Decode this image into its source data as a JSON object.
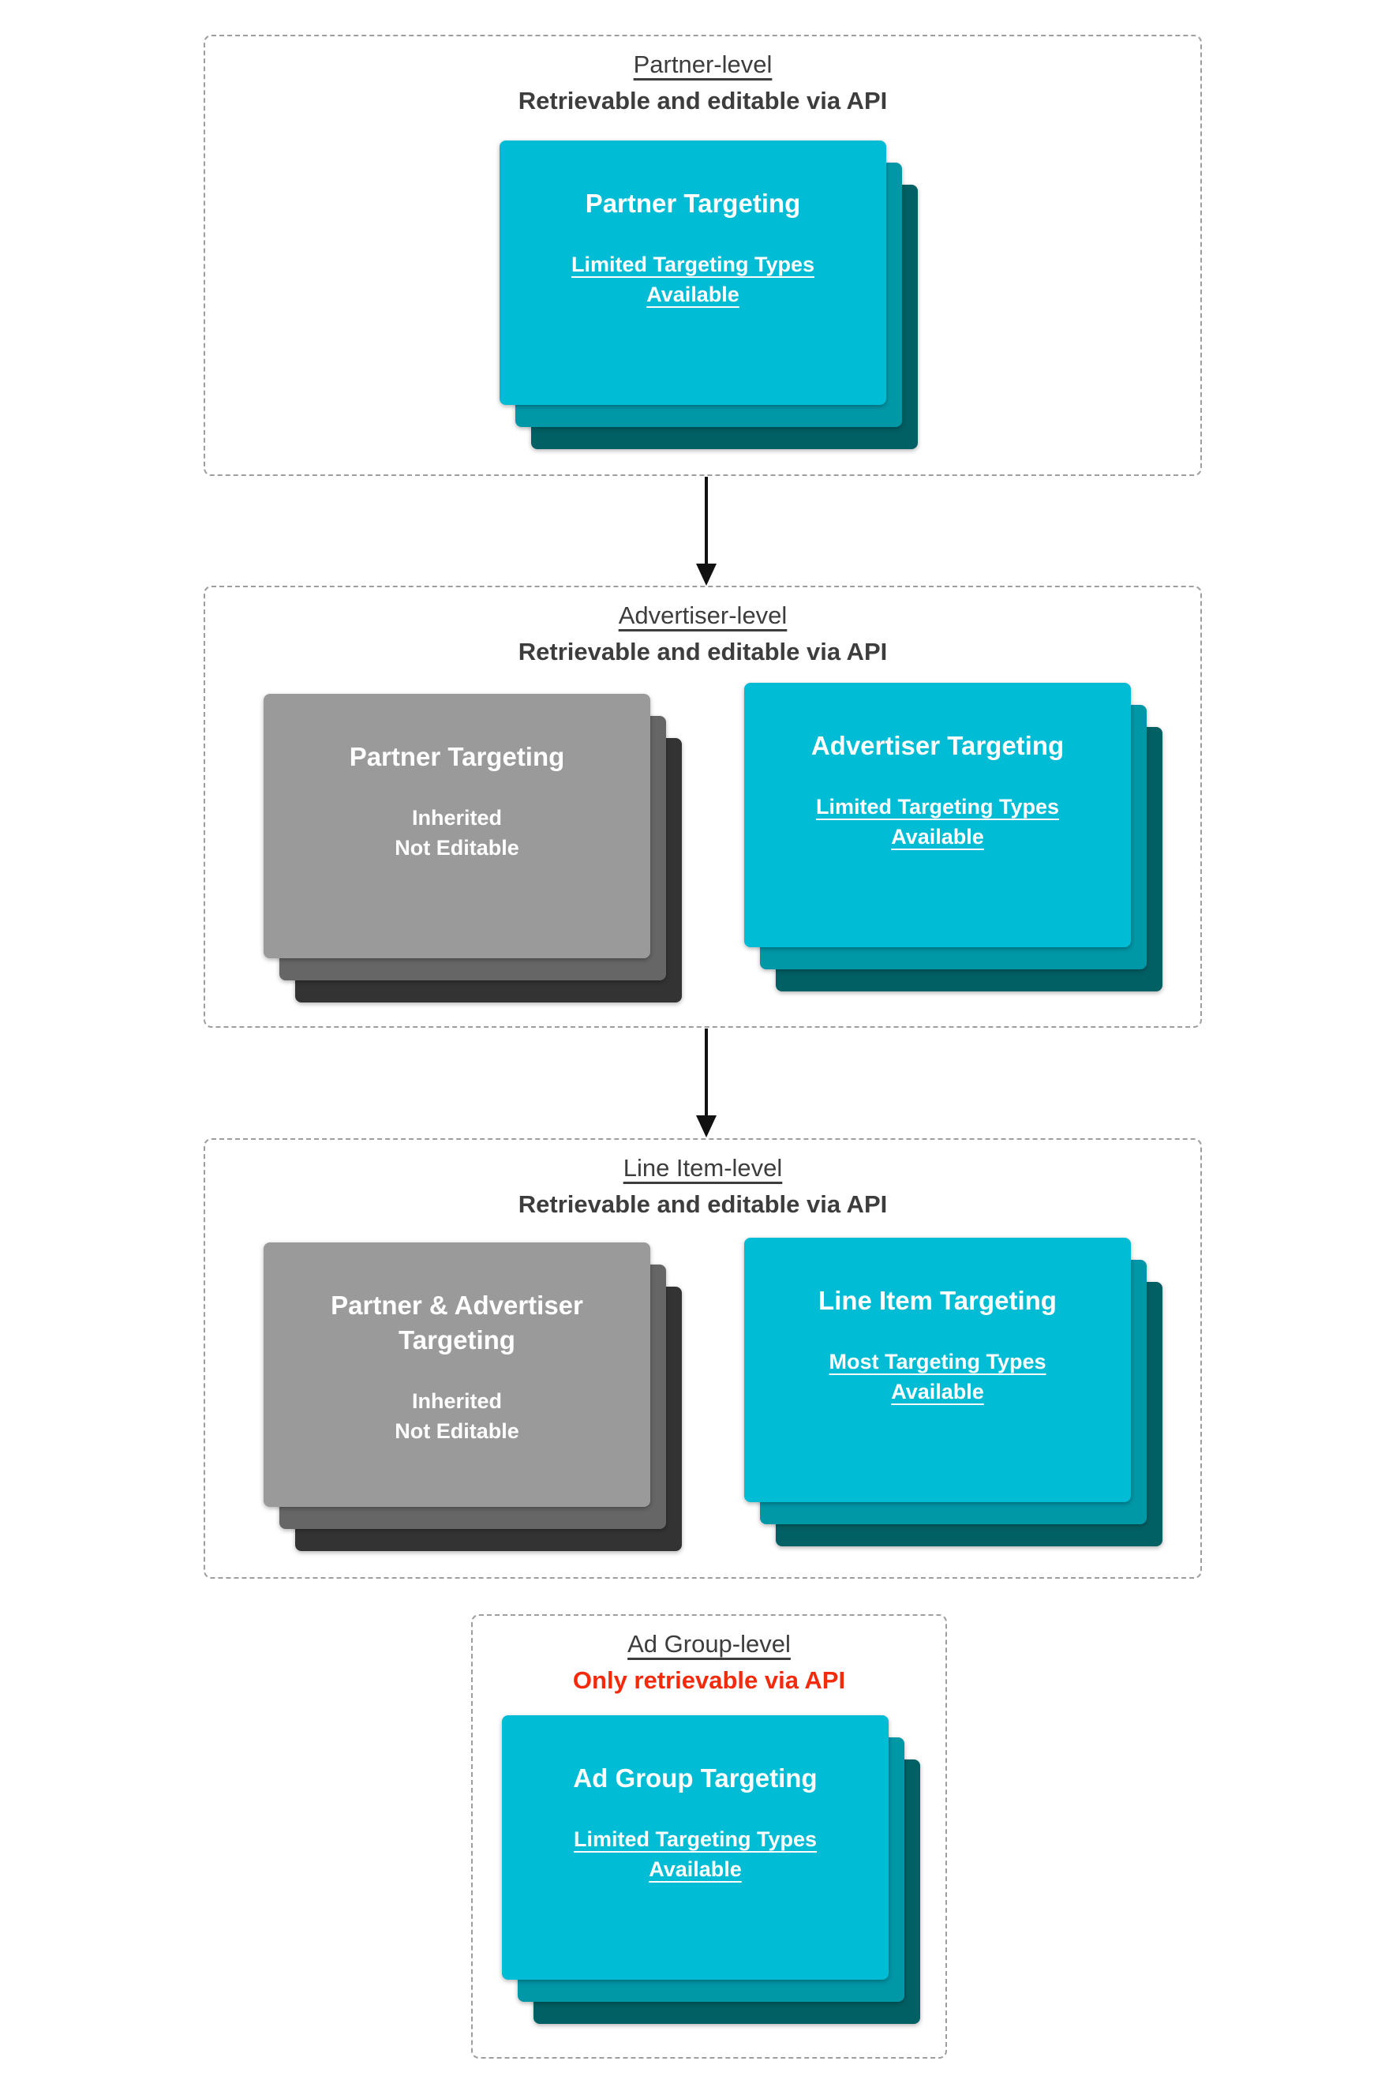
{
  "colors": {
    "teal": "#00bcd4",
    "teal-mid": "#0097a7",
    "teal-dark": "#006064",
    "gray": "#9a9a9a",
    "gray-mid": "#666666",
    "gray-dark": "#333333",
    "ink": "#3d3d3d",
    "red": "#f42a0c",
    "border": "#9e9e9e"
  },
  "sections": [
    {
      "title": "Partner-level",
      "subtitle": "Retrievable and editable via API",
      "cards": [
        {
          "title": "Partner Targeting",
          "body": [
            "Limited Targeting Types",
            "Available"
          ]
        }
      ]
    },
    {
      "title": "Advertiser-level",
      "subtitle": "Retrievable and editable via API",
      "cards": [
        {
          "title": "Partner Targeting",
          "body": [
            "Inherited",
            "Not Editable"
          ]
        },
        {
          "title": "Advertiser Targeting",
          "body": [
            "Limited Targeting Types",
            "Available"
          ]
        }
      ]
    },
    {
      "title": "Line Item-level",
      "subtitle": "Retrievable and editable via API",
      "cards": [
        {
          "title": "Partner & Advertiser Targeting",
          "body": [
            "Inherited",
            "Not Editable"
          ]
        },
        {
          "title": "Line Item Targeting",
          "body": [
            "Most Targeting Types",
            "Available"
          ]
        }
      ]
    },
    {
      "title": "Ad Group-level",
      "subtitle": "Only retrievable via API",
      "cards": [
        {
          "title": "Ad Group Targeting",
          "body": [
            "Limited Targeting Types",
            "Available"
          ]
        }
      ]
    }
  ]
}
